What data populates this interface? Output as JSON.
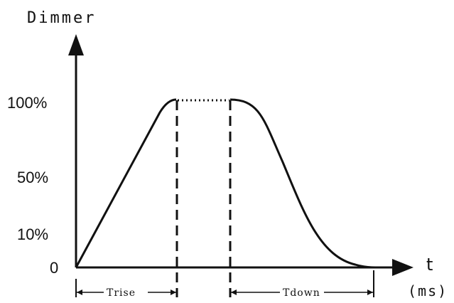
{
  "diagram": {
    "title": "Dimmer",
    "y_labels": {
      "p100": "100%",
      "p50": "50%",
      "p10": "10%",
      "p0": "0"
    },
    "x_axis": {
      "label": "t",
      "unit": "(ms)"
    },
    "intervals": {
      "rise": "Trise",
      "down": "Tdown"
    }
  }
}
